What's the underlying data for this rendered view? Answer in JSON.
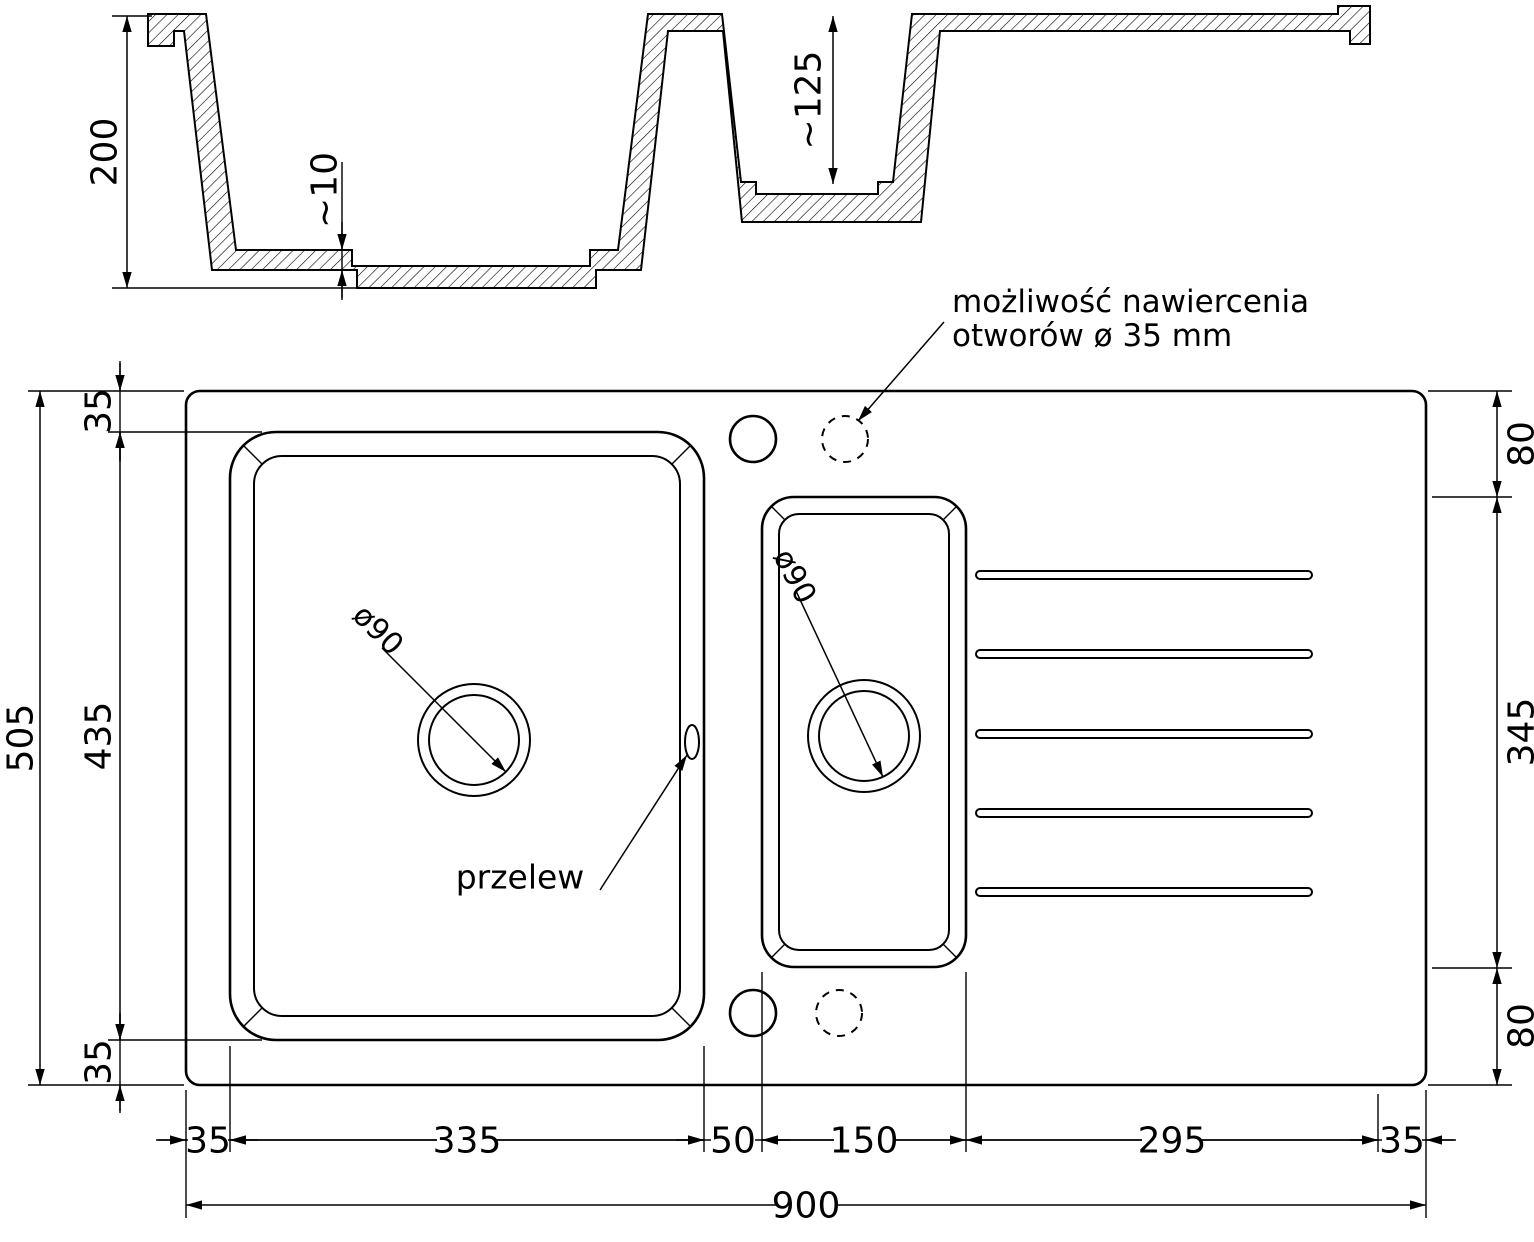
{
  "drawing": {
    "background": "#ffffff",
    "line_color": "#000000",
    "note": {
      "line1": "możliwość nawiercenia",
      "line2": "otworów ø 35 mm"
    },
    "labels": {
      "overflow": "przelew",
      "drain_left": "ø90",
      "drain_right": "ø90"
    },
    "section": {
      "total_depth": "200",
      "bottom_step": "~10",
      "small_bowl_depth": "~125"
    },
    "plan": {
      "total_height": "505",
      "rim_top": "35",
      "bowls_height": "435",
      "rim_bottom": "35",
      "right_rim_top": "80",
      "small_bowl_height": "345",
      "right_rim_bottom": "80",
      "bottom_chain": [
        "35",
        "335",
        "50",
        "150",
        "295",
        "35"
      ],
      "total_width": "900"
    }
  }
}
